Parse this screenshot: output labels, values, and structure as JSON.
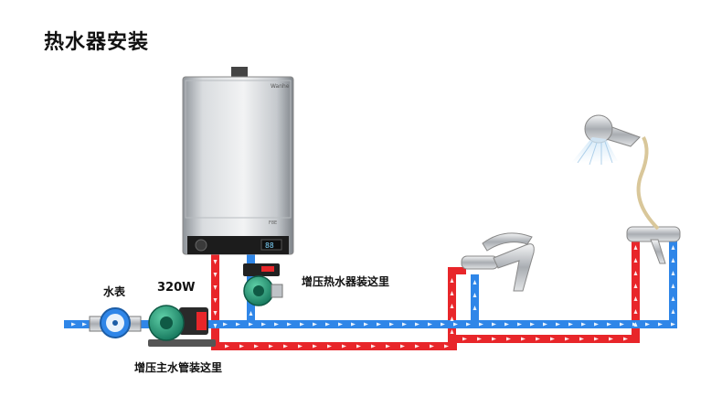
{
  "title": "热水器安装",
  "labels": {
    "meter": "水表",
    "power": "320W",
    "heater_pump": "增压热水器装这里",
    "main_pump": "增压主水管装这里"
  },
  "heater": {
    "brand": "Wanhe",
    "display": "88"
  },
  "colors": {
    "cold_pipe": "#2f86e8",
    "hot_pipe": "#e8262a",
    "pump_body": "#1f9a78",
    "heater_body": "#c9ccd0"
  }
}
